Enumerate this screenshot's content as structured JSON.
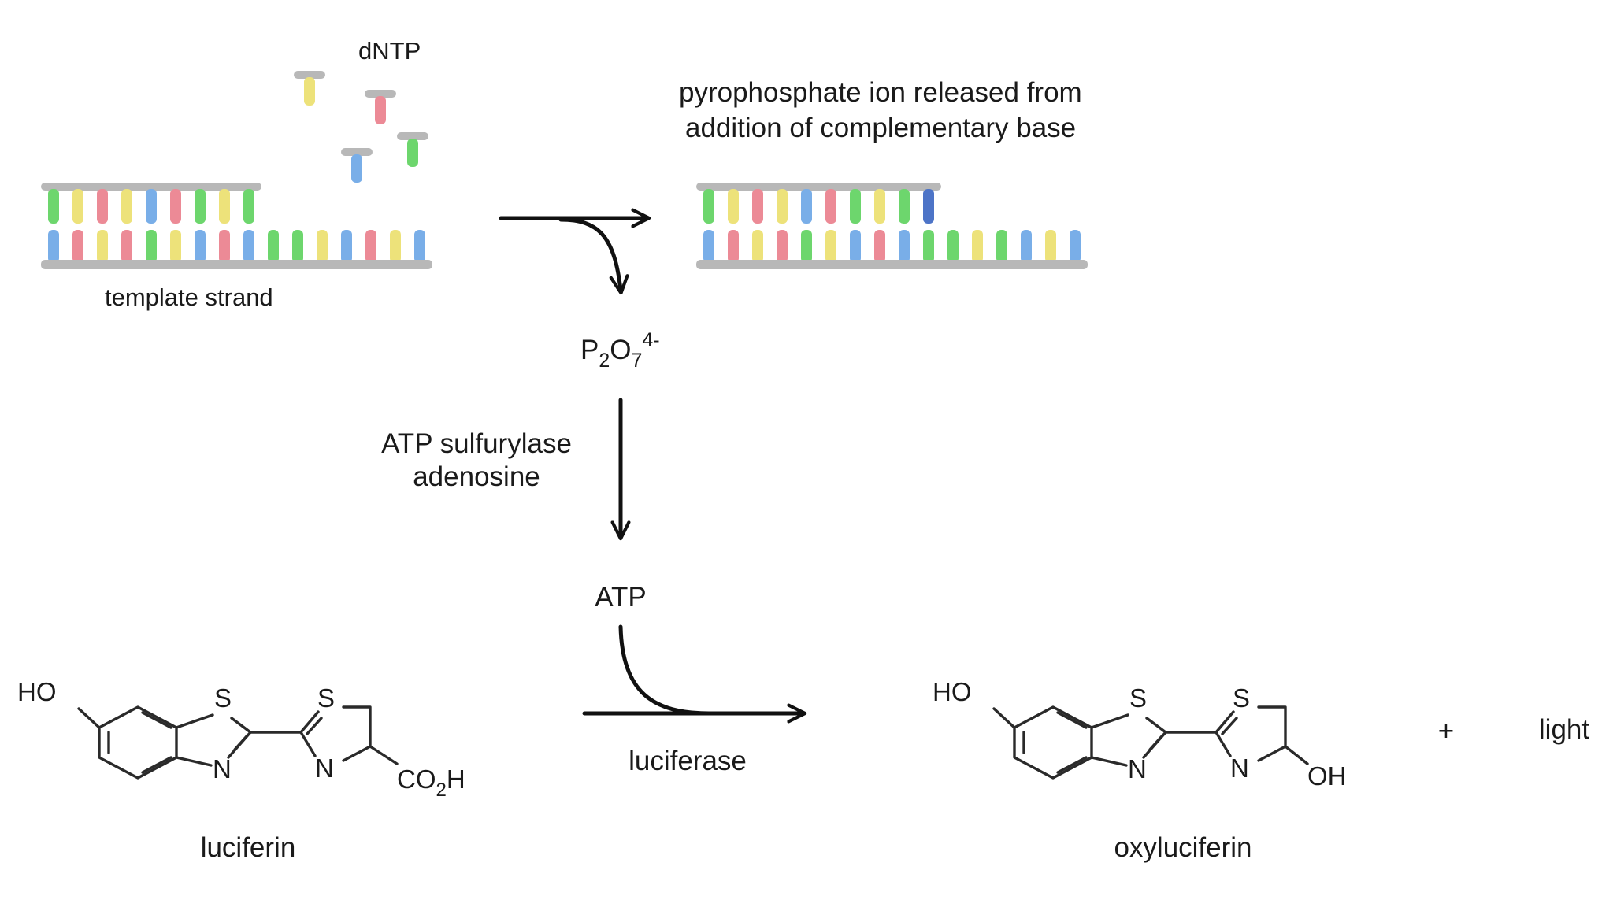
{
  "labels": {
    "dntp": "dNTP",
    "template_strand": "template strand",
    "pyro_line1": "pyrophosphate ion released from",
    "pyro_line2": "addition of complementary base",
    "pyrophosphate_formula": {
      "p": "P",
      "p_sub": "2",
      "o": "O",
      "o_sub": "7",
      "charge": "4-"
    },
    "enzyme_line1": "ATP sulfurylase",
    "enzyme_line2": "adenosine",
    "atp": "ATP",
    "luciferase": "luciferase",
    "luciferin": "luciferin",
    "oxyluciferin": "oxyluciferin",
    "plus": "+",
    "light": "light"
  },
  "atoms": {
    "ho": "HO",
    "s": "S",
    "n": "N",
    "co2h": {
      "main": "CO",
      "sub": "2",
      "end": "H"
    },
    "oh": "OH"
  },
  "colors": {
    "green": "#6dd66d",
    "yellow": "#ede27a",
    "red": "#ec8a96",
    "blue": "#79aee8",
    "dark_blue": "#4d74c7",
    "backbone": "#b8b8b8"
  },
  "dna": {
    "left_top_strand": [
      "green",
      "yellow",
      "red",
      "yellow",
      "blue",
      "red",
      "green",
      "yellow",
      "green"
    ],
    "left_bottom_strand": [
      "blue",
      "red",
      "yellow",
      "red",
      "green",
      "yellow",
      "blue",
      "red",
      "blue",
      "green",
      "green",
      "yellow",
      "blue",
      "red",
      "yellow",
      "blue"
    ],
    "right_top_strand": [
      "green",
      "yellow",
      "red",
      "yellow",
      "blue",
      "red",
      "green",
      "yellow",
      "green",
      "dark_blue"
    ],
    "right_bottom_strand": [
      "blue",
      "red",
      "yellow",
      "red",
      "green",
      "yellow",
      "blue",
      "red",
      "blue",
      "green",
      "green",
      "yellow",
      "green",
      "blue",
      "yellow",
      "blue"
    ],
    "free_dntps": [
      "yellow",
      "red",
      "blue",
      "green"
    ]
  }
}
